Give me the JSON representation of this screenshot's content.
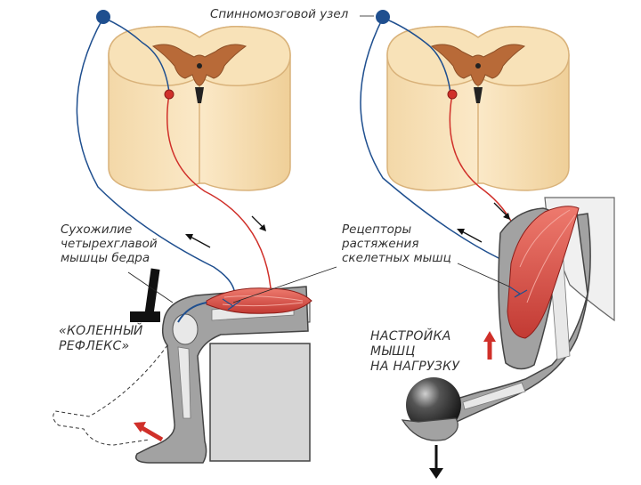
{
  "labels": {
    "ganglion": "Спинномозговой узел",
    "tendon": [
      "Сухожилие",
      "четырехглавой",
      "мышцы бедра"
    ],
    "receptors": [
      "Рецепторы",
      "растяжения",
      "скелетных мышц"
    ],
    "knee_reflex": [
      "«КОЛЕННЫЙ",
      "РЕФЛЕКС»"
    ],
    "muscle_tuning": [
      "НАСТРОЙКА",
      "МЫШЦ",
      "НА НАГРУЗКУ"
    ]
  },
  "colors": {
    "afferent_nerve": "#1f4f8f",
    "efferent_nerve": "#d0302a",
    "white_matter": "#f6ddb0",
    "gray_matter": "#b86a38",
    "muscle": "#d9534a",
    "limb": "#9a9a9a"
  }
}
